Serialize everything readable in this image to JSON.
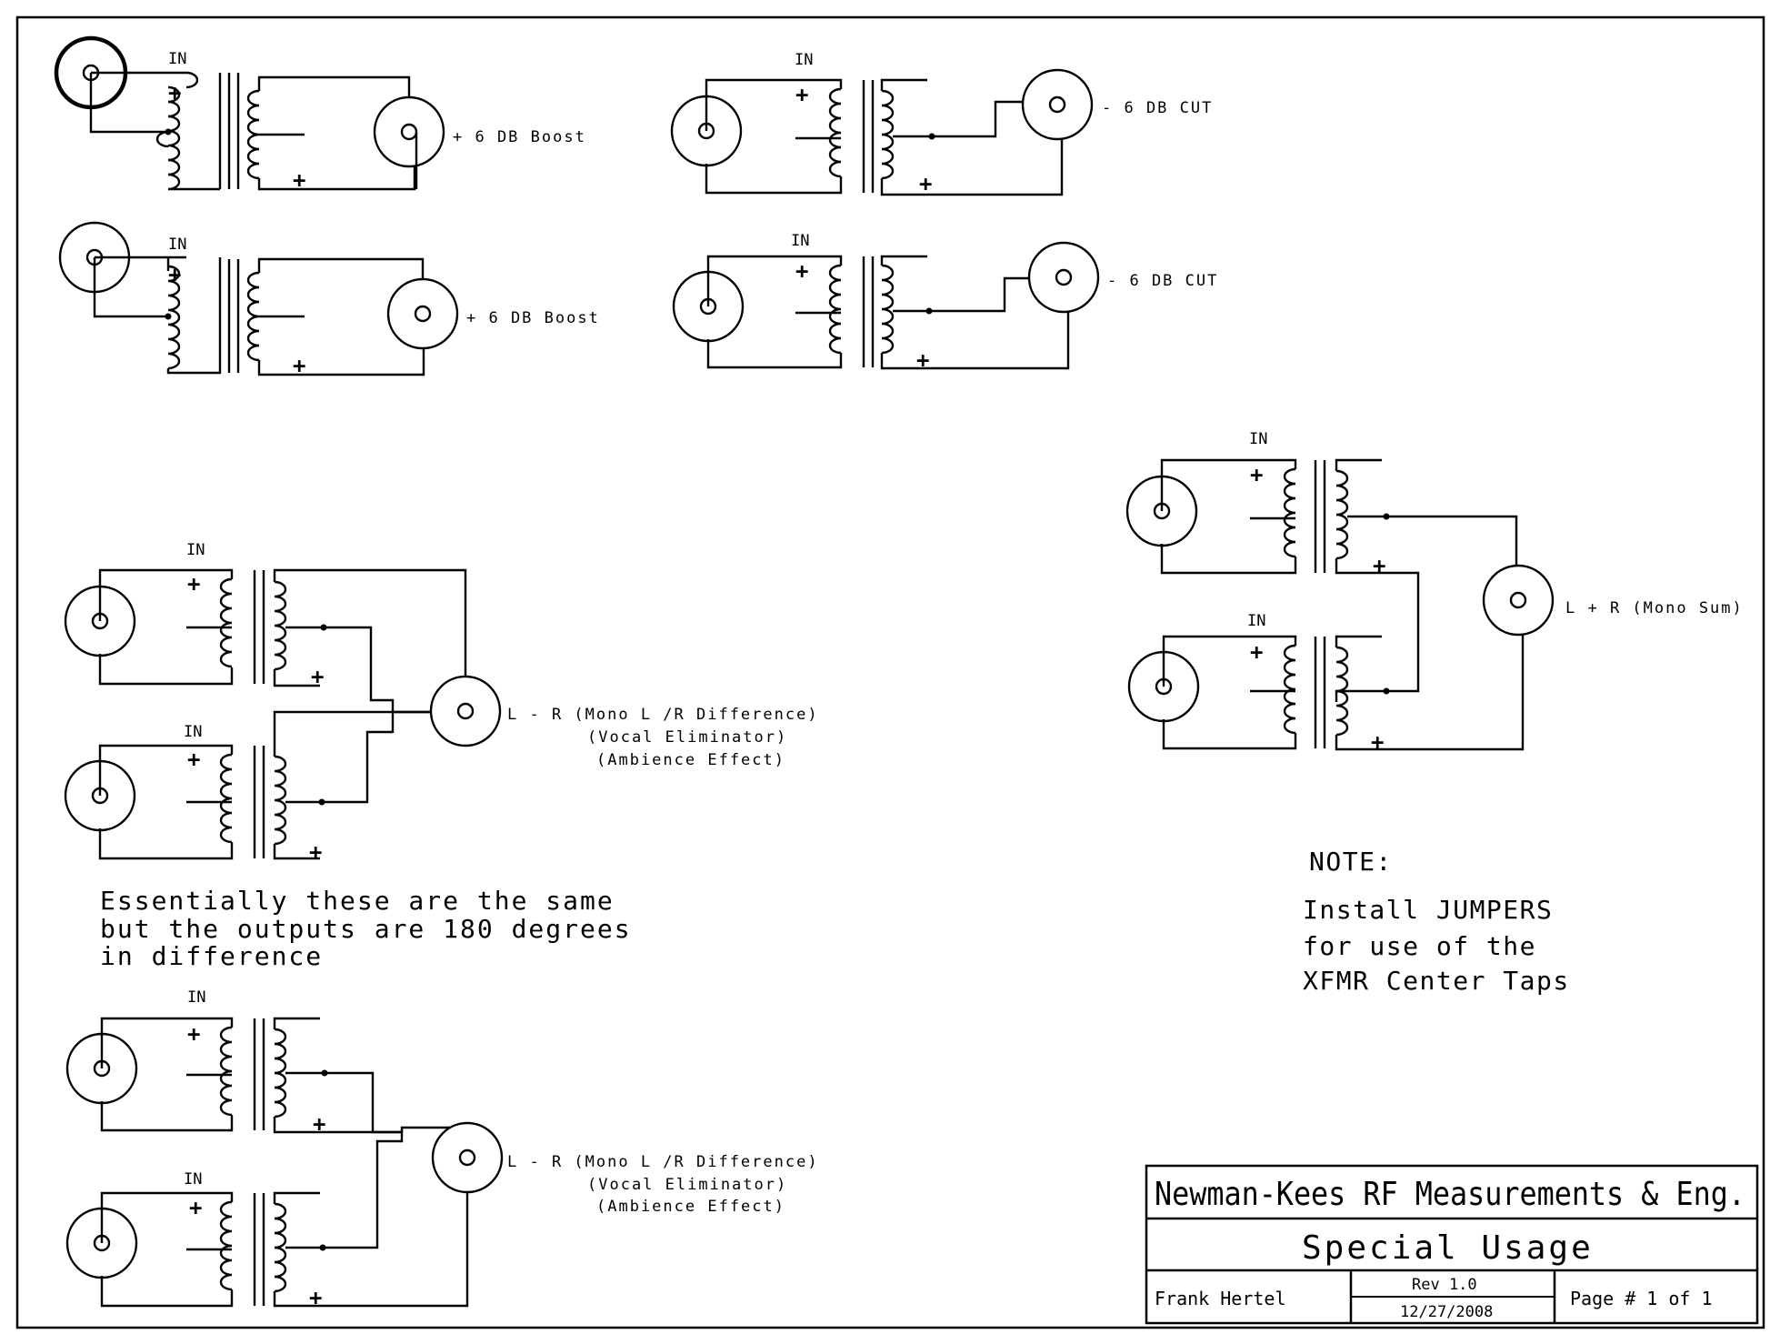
{
  "labels": {
    "in": "IN",
    "plus": "+",
    "boost": "+ 6 DB  Boost",
    "cut": "- 6 DB CUT",
    "diff_line1": "L - R (Mono L /R Difference)",
    "diff_line2": "(Vocal Eliminator)",
    "diff_line3": "(Ambience Effect)",
    "sum": "L + R (Mono Sum)"
  },
  "notes": {
    "essentially": [
      "Essentially these are the same",
      "but the outputs are 180 degrees",
      "in difference"
    ],
    "note_title": "NOTE:",
    "note_lines": [
      "Install JUMPERS",
      "for use of the",
      "XFMR Center Taps"
    ]
  },
  "title_block": {
    "company": "Newman-Kees RF Measurements & Eng.",
    "title": "Special Usage",
    "author": "Frank Hertel",
    "rev": "Rev 1.0",
    "date": "12/27/2008",
    "page": "Page # 1 of 1"
  }
}
